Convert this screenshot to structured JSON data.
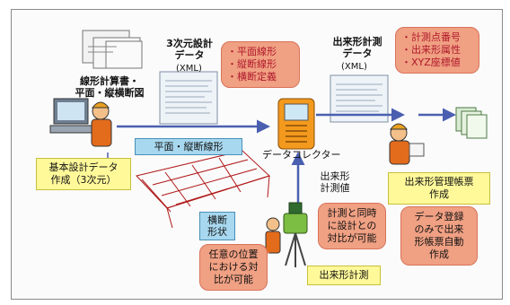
{
  "design_data": {
    "title_lines": [
      "3次元設計",
      "データ"
    ],
    "format": "(XML)",
    "items": [
      "・平面線形",
      "・縦断線形",
      "・横断定義"
    ]
  },
  "asbuilt_data": {
    "title_lines": [
      "出来形計測",
      "データ"
    ],
    "format": "(XML)",
    "items": [
      "・計測点番号",
      "・出来形属性",
      "・XYZ座標値"
    ]
  },
  "source_docs": {
    "lines": [
      "線形計算書・",
      "平面・縦横断図"
    ]
  },
  "basic_design": {
    "lines": [
      "基本設計データ",
      "作成（3次元）"
    ]
  },
  "alignment_label": "平面・縦断線形",
  "cross_section": {
    "lines": [
      "横断",
      "形状"
    ]
  },
  "collector_label": "データコレクター",
  "measured_values": {
    "lines": [
      "出来形",
      "計測値"
    ]
  },
  "simultaneous_compare": {
    "lines": [
      "計測と同時",
      "に設計との",
      "対比が可能"
    ]
  },
  "arbitrary_position": {
    "lines": [
      "任意の位置",
      "における対",
      "比が可能"
    ]
  },
  "survey_label": "出来形計測",
  "report_creation": {
    "lines": [
      "出来形管理帳票",
      "作成"
    ]
  },
  "auto_report": {
    "lines": [
      "データ登録",
      "のみで出来",
      "形帳票自動",
      "作成"
    ]
  },
  "colors": {
    "callout_fill": "#f0a083",
    "yellow_fill": "#fff99a",
    "blue_fill": "#a8d8ef",
    "arrow": "#4a5fb0"
  }
}
